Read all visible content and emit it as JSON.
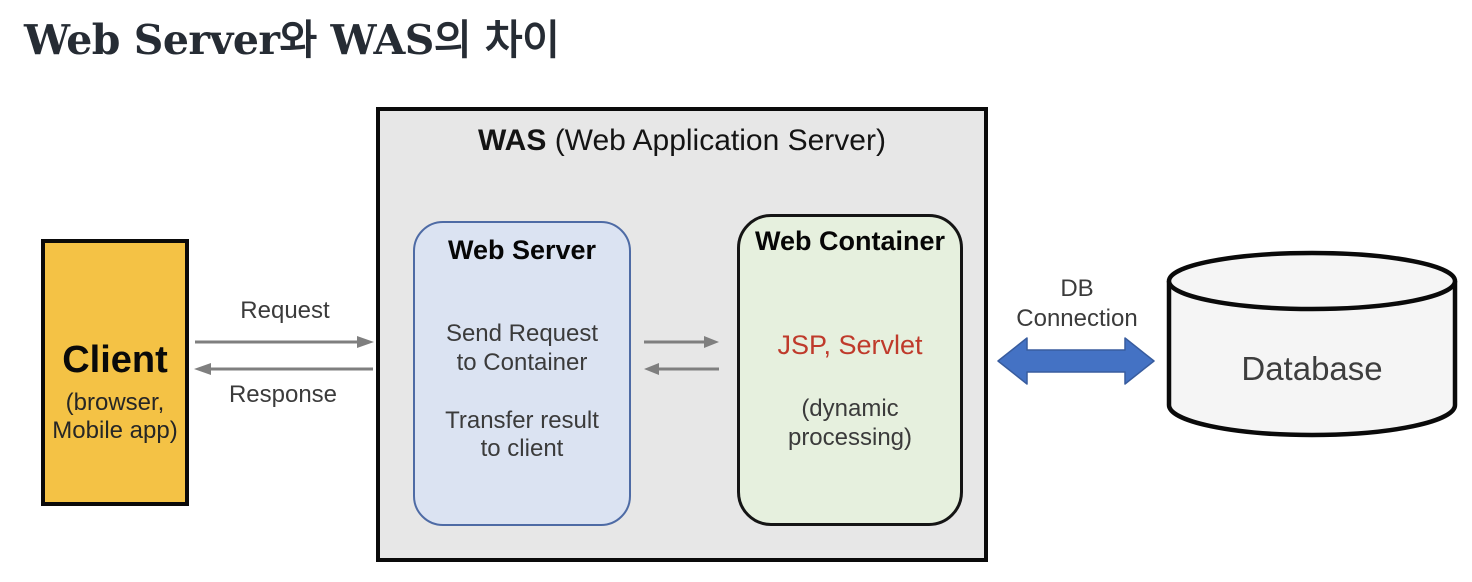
{
  "page": {
    "title": "Web Server와 WAS의 차이"
  },
  "client": {
    "title": "Client",
    "subtitle": "(browser,\nMobile app)"
  },
  "flows": {
    "request_label": "Request",
    "response_label": "Response"
  },
  "was": {
    "title_bold": "WAS",
    "title_rest": " (Web Application Server)",
    "web_server": {
      "title": "Web Server",
      "body1": "Send Request\nto Container",
      "body2": "Transfer result\nto client"
    },
    "web_container": {
      "title": "Web Container",
      "highlight": "JSP, Servlet",
      "note": "(dynamic\nprocessing)"
    }
  },
  "db": {
    "connection_label": "DB\nConnection",
    "database_label": "Database"
  },
  "colors": {
    "client_fill": "#f4c245",
    "was_fill": "#e7e7e7",
    "web_server_fill": "#dbe3f2",
    "web_server_border": "#4e6ba5",
    "web_container_fill": "#e6f0de",
    "highlight_red": "#bf3a2b",
    "flow_arrow_gray": "#7f7f7f",
    "db_arrow_blue": "#4472c4",
    "cylinder_fill": "#f5f5f5"
  }
}
